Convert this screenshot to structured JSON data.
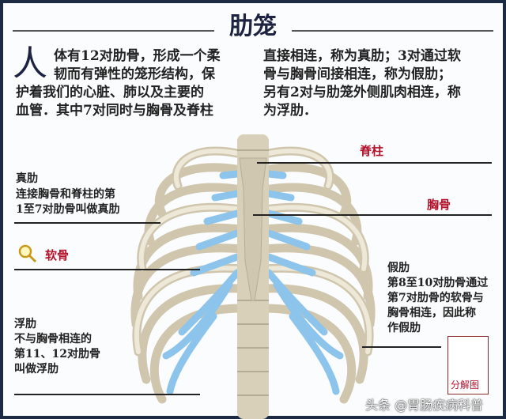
{
  "title": "肋笼",
  "intro": {
    "dropcap": "人",
    "left_lines": [
      "体有12对肋骨，形成一个柔",
      "韧而有弹性的笼形结构，保",
      "护着我们的心脏、肺以及主要的",
      "血管．其中7对同时与胸骨及脊柱"
    ],
    "right_lines": [
      "直接相连，称为真肋；3对通过软",
      "骨与胸骨间接相连，称为假肋；",
      "另有2对与肋笼外侧肌肉相连，称",
      "为浮肋．"
    ]
  },
  "labels": {
    "spine": "脊柱",
    "sternum": "胸骨",
    "cartilage": "软骨",
    "true_ribs": {
      "name": "真肋",
      "desc": [
        "连接胸骨和脊柱的第",
        "1至7对肋骨叫做真肋"
      ]
    },
    "false_ribs": {
      "name": "假肋",
      "desc": [
        "第8至10对肋骨通过",
        "第7对肋骨的软骨与",
        "胸骨相连，因此称",
        "作假肋"
      ]
    },
    "floating_ribs": {
      "name": "浮肋",
      "desc": [
        "不与胸骨相连的",
        "第11、12对肋骨",
        "叫做浮肋"
      ]
    }
  },
  "logo_text": "分解图",
  "watermark": "头条 @胃肠疾病科普",
  "colors": {
    "bone": "#e4dcc6",
    "cartilage": "#8cc4ec",
    "label_red": "#b3122a",
    "title": "#1d2340"
  }
}
